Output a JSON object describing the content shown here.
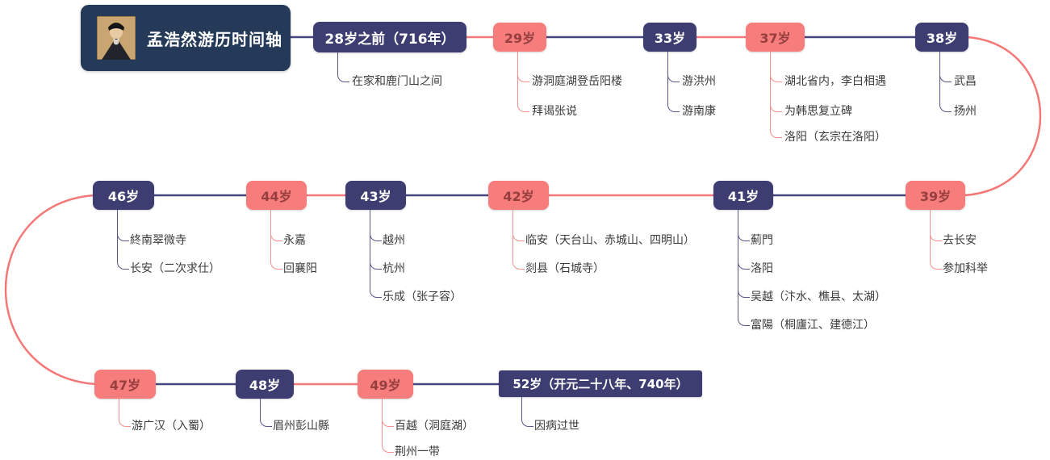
{
  "title": "孟浩然游历时间轴",
  "colors": {
    "navy_node": "#3d3d72",
    "coral_node": "#f77c7c",
    "root_bg": "#253a58",
    "navy_node_text": "#ffffff",
    "coral_node_text": "#963f3f",
    "child_text": "#3b3b3b",
    "navy_line": "#46467e",
    "coral_line": "#f57878"
  },
  "nodes": [
    {
      "label": "28岁之前（716年）",
      "color": "navy",
      "children": [
        "在家和鹿门山之间"
      ]
    },
    {
      "label": "29岁",
      "color": "coral",
      "children": [
        "游洞庭湖登岳阳楼",
        "拜谒张说"
      ]
    },
    {
      "label": "33岁",
      "color": "navy",
      "children": [
        "游洪州",
        "游南康"
      ]
    },
    {
      "label": "37岁",
      "color": "coral",
      "children": [
        "湖北省内，李白相遇",
        "为韩思复立碑",
        "洛阳（玄宗在洛阳）"
      ]
    },
    {
      "label": "38岁",
      "color": "navy",
      "children": [
        "武昌",
        "扬州"
      ]
    },
    {
      "label": "39岁",
      "color": "coral",
      "children": [
        "去长安",
        "参加科举"
      ]
    },
    {
      "label": "41岁",
      "color": "navy",
      "children": [
        "薊門",
        "洛阳",
        "吴越（汴水、樵县、太湖）",
        "富陽（桐廬江、建德江）"
      ]
    },
    {
      "label": "42岁",
      "color": "coral",
      "children": [
        "临安（天台山、赤城山、四明山）",
        "剡县（石城寺）"
      ]
    },
    {
      "label": "43岁",
      "color": "navy",
      "children": [
        "越州",
        "杭州",
        "乐成（张子容）"
      ]
    },
    {
      "label": "44岁",
      "color": "coral",
      "children": [
        "永嘉",
        "回襄阳"
      ]
    },
    {
      "label": "46岁",
      "color": "navy",
      "children": [
        "終南翠微寺",
        "长安（二次求仕）"
      ]
    },
    {
      "label": "47岁",
      "color": "coral",
      "children": [
        "游广汉（入蜀）"
      ]
    },
    {
      "label": "48岁",
      "color": "navy",
      "children": [
        "眉州彭山縣"
      ]
    },
    {
      "label": "49岁",
      "color": "coral",
      "children": [
        "百越（洞庭湖）",
        "荆州一带"
      ]
    },
    {
      "label": "52岁（开元二十八年、740年）",
      "color": "navy",
      "children": [
        "因病过世"
      ]
    }
  ]
}
